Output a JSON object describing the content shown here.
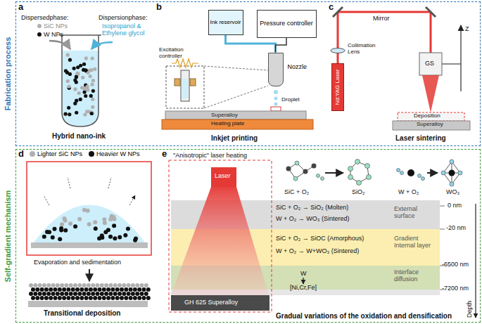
{
  "diagram": {
    "nodes": [
      {
        "text": [
          "Fabrication process"
        ]
      },
      {
        "text": [
          "Self-gradient mechanism"
        ]
      },
      {
        "text": [
          "Ink reservoir"
        ],
        "in": 0
      },
      {
        "text": [
          "Pressure controller"
        ],
        "in": 0
      },
      {
        "text": [
          "Nozzle"
        ],
        "in": 0
      },
      {
        "text": [
          "Nd:YAG Laser"
        ],
        "in": 0
      }
    ],
    "edges": [
      {
        "from": 2,
        "to": 4,
        "arrow": "none"
      },
      {
        "from": 3,
        "to": 4,
        "arrow": "none"
      }
    ],
    "labels": [
      "a",
      "Dispersedphase:",
      "SiC NPs",
      "W NPs",
      "Dispersionphase:",
      "Isopropanol & Ethylene glycol",
      "Hybrid nano-ink",
      "b",
      "Excitation controller",
      "Droplet",
      "Superalloy",
      "Heating plate",
      "Inkjet printing",
      "c",
      "Mirror",
      "Collimation Lens",
      "Z",
      "GS",
      "Deposition",
      "Superalloy",
      "Laser sintering",
      "d",
      "Evaporation and sedimentation",
      "Transitional deposition",
      "e",
      "\"Anisotropic\" laser heating",
      "Laser",
      "SiC + O₂",
      "SiO₂",
      "W + O₂",
      "WO₃",
      "SiC + O₂ → SiO₂ (Molten)",
      "W + O₂ → WO₃ (Sintered)",
      "External surface",
      "0 nm",
      "-20 nm",
      "SiC + O₂ → SiOC (Amorphous)",
      "W + O₂ → W+WO₃ (Sintered)",
      "Gradient Internal layer",
      "-6500 nm",
      "W",
      "[Ni,Cr,Fe]",
      "Interface diffusion",
      "-7200 nm",
      "GH 625 Superalloy",
      "Depth",
      "Gradual variations of the oxidation and densification"
    ],
    "legend": [
      {
        "text": "Lighter SiC NPs",
        "color": "#b0b0b0"
      },
      {
        "text": "Heavier W NPs",
        "color": "#111111"
      }
    ]
  }
}
